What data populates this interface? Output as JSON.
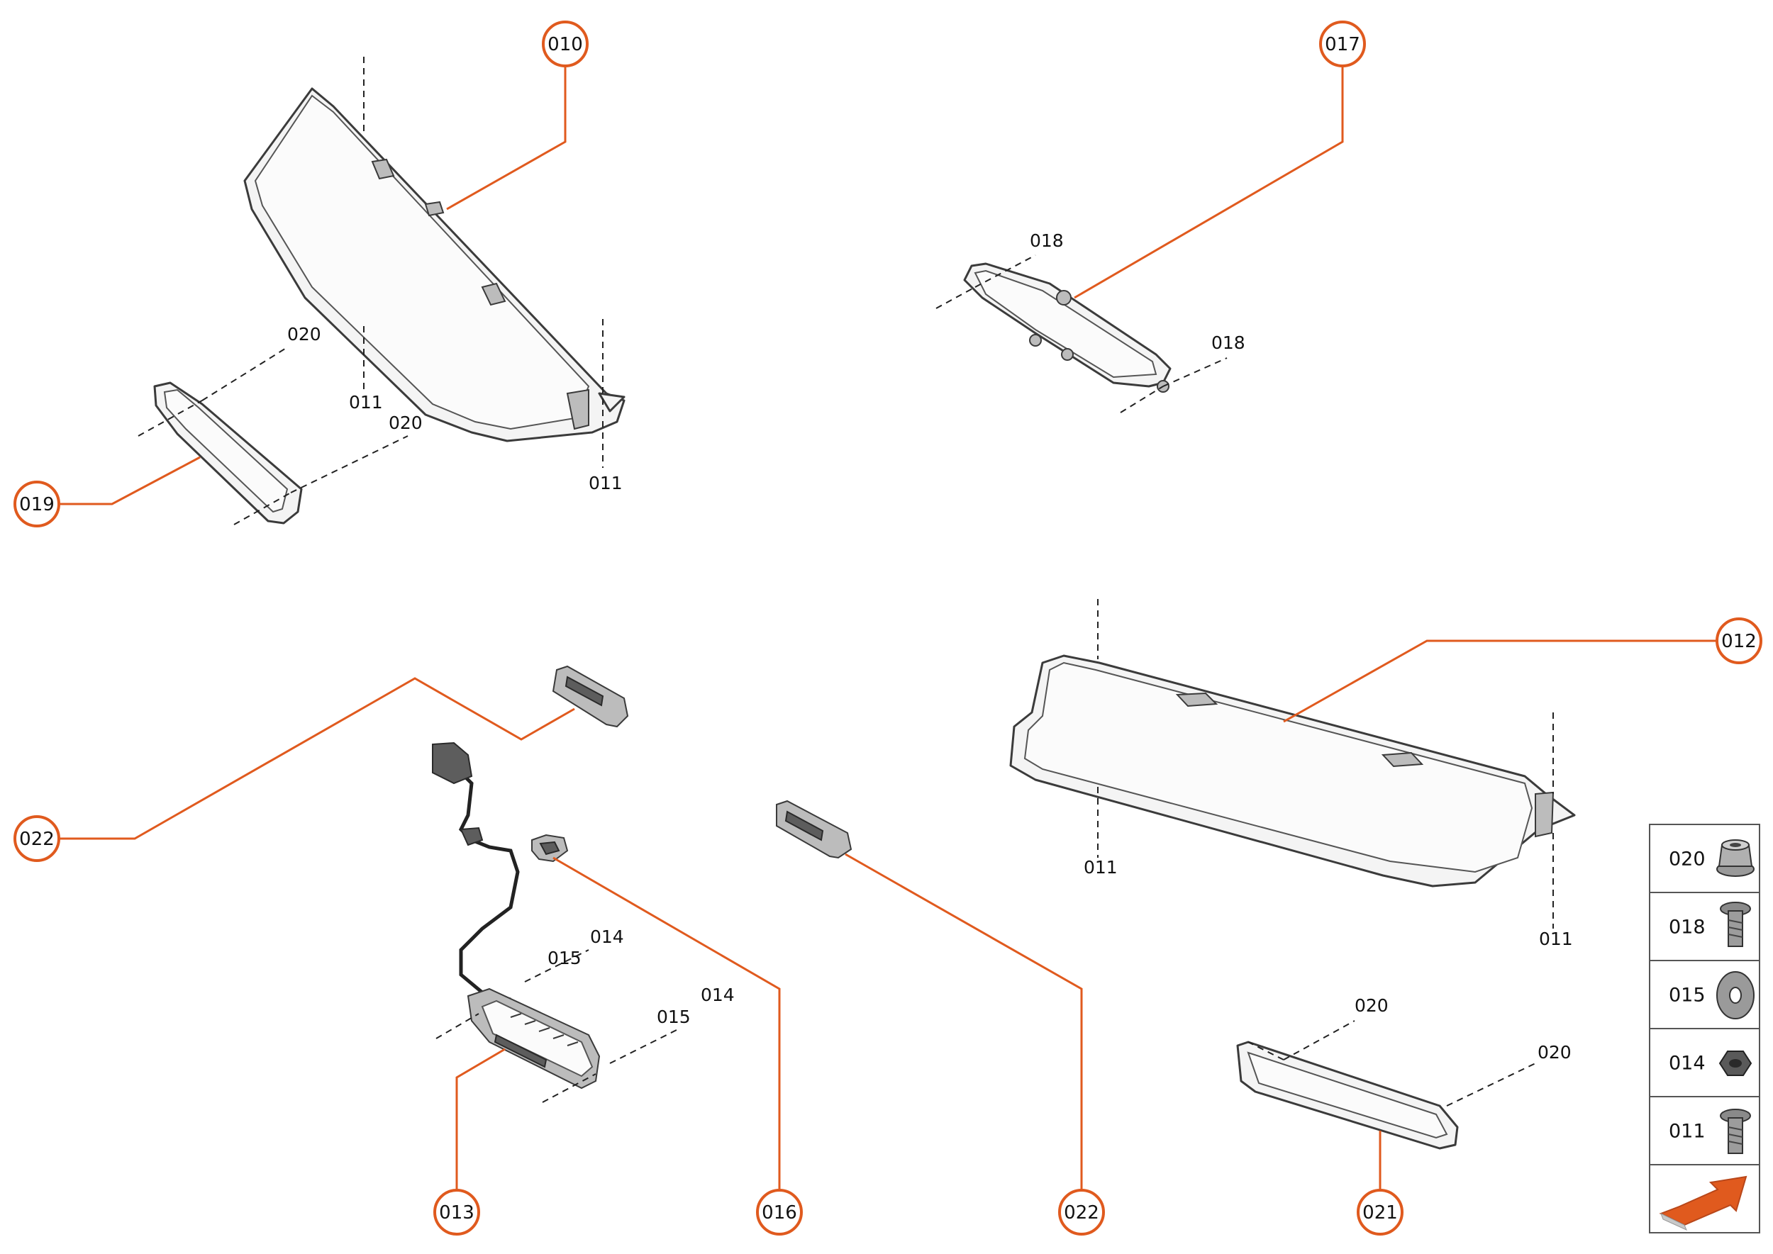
{
  "callouts": {
    "c010": "010",
    "c017": "017",
    "c019": "019",
    "c012": "012",
    "c022a": "022",
    "c013": "013",
    "c016": "016",
    "c022b": "022",
    "c021": "021"
  },
  "refs": {
    "r020a": "020",
    "r011a": "011",
    "r020b": "020",
    "r011b": "011",
    "r018a": "018",
    "r018b": "018",
    "r014a": "014",
    "r015a": "015",
    "r014b": "014",
    "r015b": "015",
    "r011c": "011",
    "r011d": "011",
    "r020c": "020",
    "r020d": "020"
  },
  "legend": {
    "items": [
      "020",
      "018",
      "015",
      "014",
      "011"
    ],
    "icons": [
      "flange-nut-icon",
      "screw-icon",
      "washer-icon",
      "hex-nut-icon",
      "screw-icon"
    ]
  },
  "colors": {
    "accent": "#e05a1e"
  }
}
